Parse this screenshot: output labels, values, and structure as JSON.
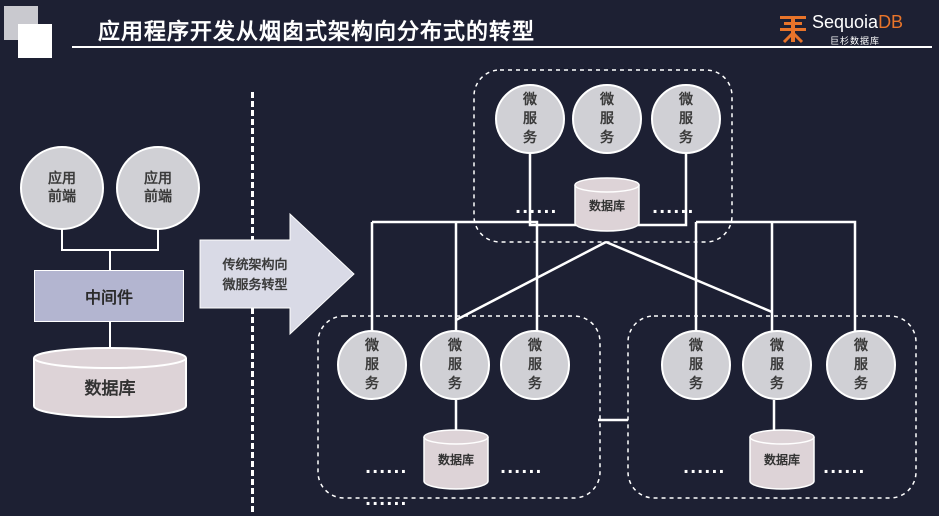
{
  "header": {
    "title": "应用程序开发从烟囱式架构向分布式的转型",
    "brand_name_a": "Sequoia",
    "brand_name_b": "DB",
    "brand_sub": "巨杉数据库"
  },
  "left": {
    "frontends": [
      "应用\n前端",
      "应用\n前端"
    ],
    "middleware": "中间件",
    "database": "数据库"
  },
  "arrow": {
    "label": "传统架构向\n微服务转型"
  },
  "microservice_label": "微\n服\n务",
  "database_label": "数据库",
  "dots": "......",
  "colors": {
    "background": "#1d2033",
    "node": "#d0d0d5",
    "middleware": "#b3b5d0",
    "accent": "#e8742a"
  }
}
